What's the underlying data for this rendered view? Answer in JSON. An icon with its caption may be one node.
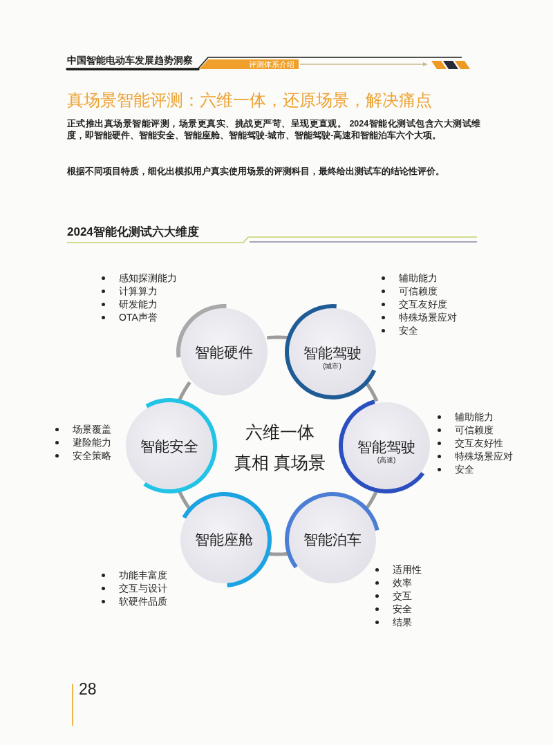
{
  "diagram": {
    "title": "真场景智能评测：六维一体，还原场景，解决痛点",
    "nodes": [
      {
        "text": [
          "智能硬件"
        ],
        "beside": [
          "感知探测能力",
          "计算算力",
          "研发能力",
          "OTA声誉"
        ]
      },
      {
        "text": [
          "智能驾驶",
          "(城市)"
        ],
        "beside": [
          "辅助能力",
          "可信赖度",
          "交互友好度",
          "特殊场景应对",
          "安全"
        ]
      },
      {
        "text": [
          "智能安全"
        ],
        "beside": [
          "场景覆盖",
          "避险能力",
          "安全策略"
        ]
      },
      {
        "text": [
          "智能驾驶",
          "(高速)"
        ],
        "beside": [
          "辅助能力",
          "可信赖度",
          "交互友好性",
          "特殊场景应对",
          "安全"
        ]
      },
      {
        "text": [
          "智能座舱"
        ],
        "beside": [
          "功能丰富度",
          "交互与设计",
          "软硬件品质"
        ]
      },
      {
        "text": [
          "智能泊车"
        ],
        "beside": [
          "适用性",
          "效率",
          "交互",
          "安全",
          "结果"
        ]
      }
    ],
    "edges": [
      {
        "from": 0,
        "to": 1,
        "arrow": "none"
      },
      {
        "from": 1,
        "to": 3,
        "arrow": "none"
      },
      {
        "from": 3,
        "to": 5,
        "arrow": "none"
      },
      {
        "from": 5,
        "to": 4,
        "arrow": "none"
      },
      {
        "from": 4,
        "to": 2,
        "arrow": "none"
      },
      {
        "from": 2,
        "to": 0,
        "arrow": "none"
      }
    ],
    "labels": [
      "中国智能电动车发展趋势洞察",
      "评测体系介绍",
      "正式推出真场景智能评测，场景更真实、挑战更严苛、呈现更直观。 2024智能化测试包含六大测试维度，即智能硬件、智能安全、智能座舱、智能驾驶-城市、智能驾驶-高速和智能泊车六个大项。",
      "根据不同项目特质，细化出模拟用户真实使用场景的评测科目，最终给出测试车的结论性评价。",
      "2024智能化测试六大维度",
      "六维一体",
      "真相 真场景",
      "28"
    ]
  }
}
